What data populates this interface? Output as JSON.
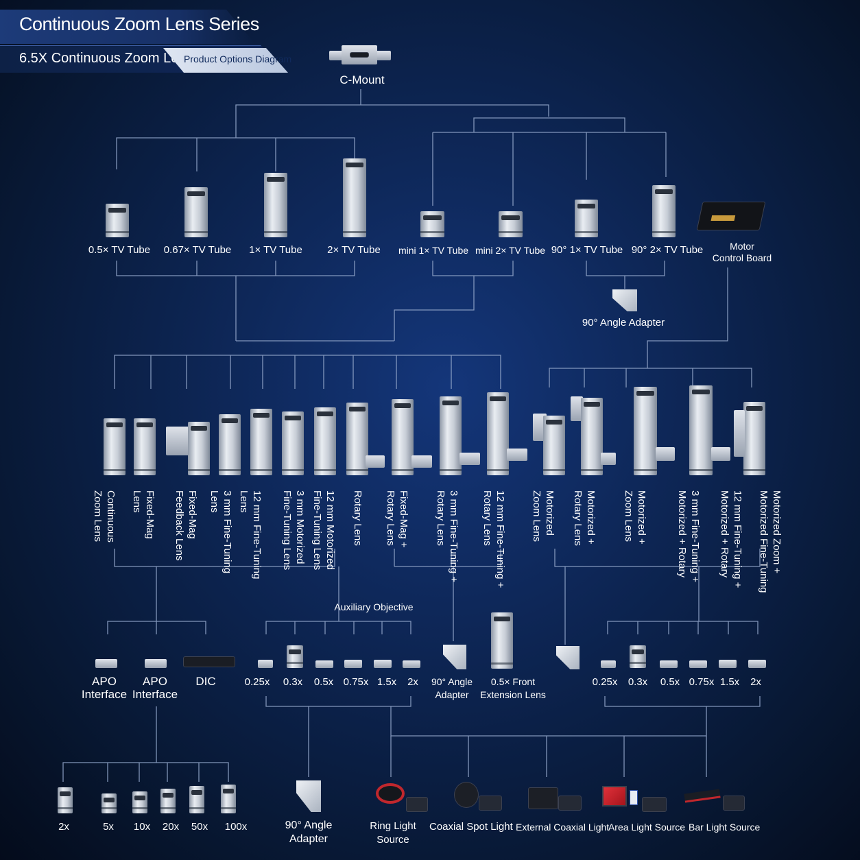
{
  "header": {
    "title": "Continuous Zoom Lens Series",
    "subtitle": "6.5X Continuous Zoom Lens",
    "tag": "Product Options Diagram"
  },
  "mount": {
    "label": "C-Mount"
  },
  "tubes": [
    {
      "label": "0.5× TV Tube"
    },
    {
      "label": "0.67× TV Tube"
    },
    {
      "label": "1× TV Tube"
    },
    {
      "label": "2× TV Tube"
    },
    {
      "label": "mini 1× TV Tube"
    },
    {
      "label": "mini 2× TV Tube"
    },
    {
      "label": "90° 1× TV Tube"
    },
    {
      "label": "90° 2× TV Tube"
    }
  ],
  "motor_board": {
    "label": "Motor\nControl Board"
  },
  "angle_adapter_top": {
    "label": "90° Angle Adapter"
  },
  "lenses": [
    {
      "label": "Continuous\nZoom Lens"
    },
    {
      "label": "Fixed-Mag\nLens"
    },
    {
      "label": "Fixed-Mag\nFeedback Lens"
    },
    {
      "label": "3 mm Fine-Tuning\nLens"
    },
    {
      "label": "12 mm Fine-Tuning\nLens"
    },
    {
      "label": "3 mm Motorized\nFine-Tuning Lens"
    },
    {
      "label": "12 mm Motorized\nFine-Tuning Lens"
    },
    {
      "label": "Rotary Lens"
    },
    {
      "label": "Fixed-Mag +\nRotary Lens"
    },
    {
      "label": "3 mm Fine-Tuning +\nRotary Lens"
    },
    {
      "label": "12 mm Fine-Tuning +\nRotary Lens"
    },
    {
      "label": "Motorized\nZoom Lens"
    },
    {
      "label": "Motorized +\nRotary Lens"
    },
    {
      "label": "Motorized +\nZoom Lens"
    },
    {
      "label": "3 mm Fine-Tuning +\nMotorized + Rotary"
    },
    {
      "label": "12 mm Fine-Tuning +\nMotorized + Rotary"
    },
    {
      "label": "Motorized Zoom +\nMotorized Fine-Tuning"
    }
  ],
  "aux_label": "Auxiliary Objective",
  "interfaces": [
    {
      "label": "APO\nInterface"
    },
    {
      "label": "APO\nInterface"
    },
    {
      "label": "DIC"
    }
  ],
  "aux_left": [
    "0.25x",
    "0.3x",
    "0.5x",
    "0.75x",
    "1.5x",
    "2x"
  ],
  "angle_adapter_mid": {
    "label": "90° Angle\nAdapter"
  },
  "front_ext": {
    "label": "0.5× Front\nExtension Lens"
  },
  "aux_right": [
    "0.25x",
    "0.3x",
    "0.5x",
    "0.75x",
    "1.5x",
    "2x"
  ],
  "objectives": [
    "2x",
    "5x",
    "10x",
    "20x",
    "50x",
    "100x"
  ],
  "angle_adapter_bottom": {
    "label": "90° Angle\nAdapter"
  },
  "lights": [
    {
      "label": "Ring Light\nSource"
    },
    {
      "label": "Coaxial Spot Light"
    },
    {
      "label": "External Coaxial Light"
    },
    {
      "label": "Area Light Source"
    },
    {
      "label": "Bar Light Source"
    }
  ],
  "colors": {
    "background": "#0d2553",
    "line": "#8fa3c7",
    "metal": "#d9dee6",
    "accent_red": "#c0272d",
    "accent_blue": "#2b4ea8"
  }
}
